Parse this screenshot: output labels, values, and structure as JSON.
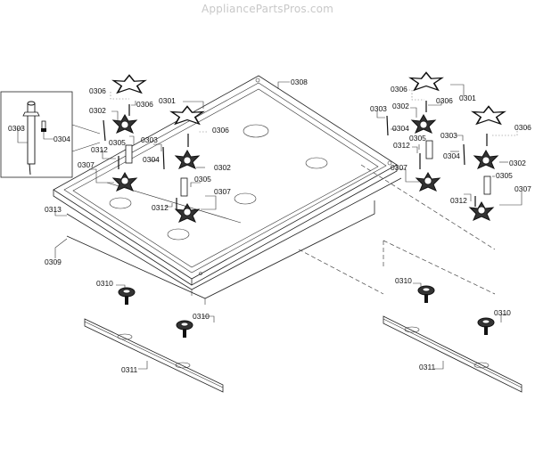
{
  "watermark": "AppliancePartsPros.com",
  "diagram": {
    "title": "Cooktop burner assembly exploded view",
    "labels": {
      "inset_0303": "0303",
      "inset_0304": "0304",
      "l_0306_a": "0306",
      "l_0306_b": "0306",
      "l_0301": "0301",
      "l_0302_a": "0302",
      "l_0312_a": "0312",
      "l_0305_a": "0305",
      "l_0303_a": "0303",
      "l_0304_a": "0304",
      "l_0306_c": "0306",
      "l_0302_b": "0302",
      "l_0307_a": "0307",
      "l_0305_b": "0305",
      "l_0307_b": "0307",
      "l_0312_b": "0312",
      "l_0308": "0308",
      "l_0313": "0313",
      "l_0309": "0309",
      "l_0310_a": "0310",
      "l_0310_b": "0310",
      "l_0311_a": "0311",
      "r_0306_a": "0306",
      "r_0306_b": "0306",
      "r_0301": "0301",
      "r_0303_a": "0303",
      "r_0302_a": "0302",
      "r_0304_a": "0304",
      "r_0305_a": "0305",
      "r_0312_a": "0312",
      "r_0303_b": "0303",
      "r_0304_b": "0304",
      "r_0306_c": "0306",
      "r_0302_b": "0302",
      "r_0307_a": "0307",
      "r_0305_b": "0305",
      "r_0312_b": "0312",
      "r_0307_b": "0307",
      "r_0310_a": "0310",
      "r_0310_b": "0310",
      "r_0311": "0311"
    }
  }
}
